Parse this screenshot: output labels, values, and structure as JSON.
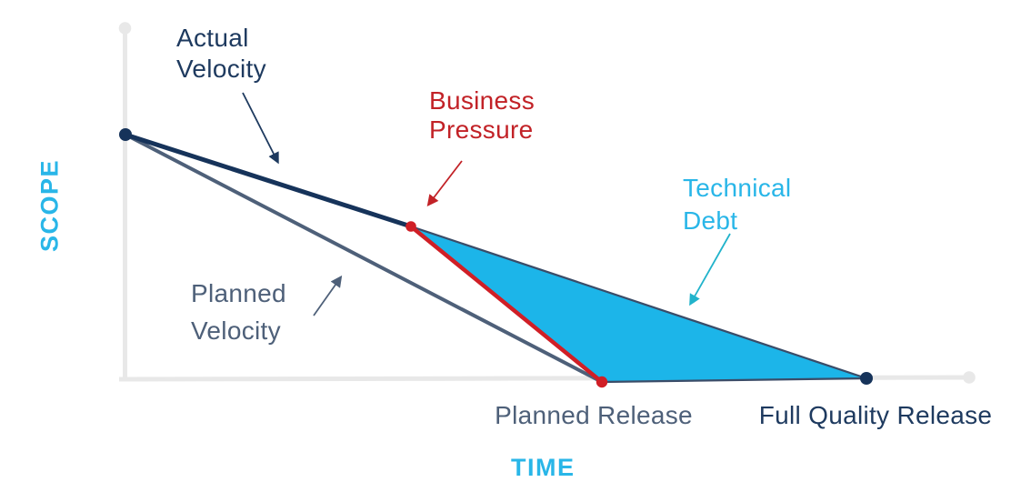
{
  "axes": {
    "y_axis_label": "SCOPE",
    "x_axis_label": "TIME"
  },
  "annotations": {
    "actual_velocity": "Actual\nVelocity",
    "business_pressure": "Business\nPressure",
    "technical_debt": "Technical\nDebt",
    "planned_velocity": "Planned\nVelocity"
  },
  "milestones": {
    "planned_release": "Planned Release",
    "full_quality_release": "Full Quality Release"
  },
  "colors": {
    "navy": "#16335a",
    "navy_text": "#1e3a5f",
    "slate": "#4e6079",
    "red": "#d01f26",
    "red_text": "#c22227",
    "cyan_fill": "#1cb5e9",
    "cyan_text": "#29b6e8",
    "teal_arrow": "#21b3cb",
    "axis_gray": "#e8e8e8",
    "bg": "#ffffff"
  }
}
